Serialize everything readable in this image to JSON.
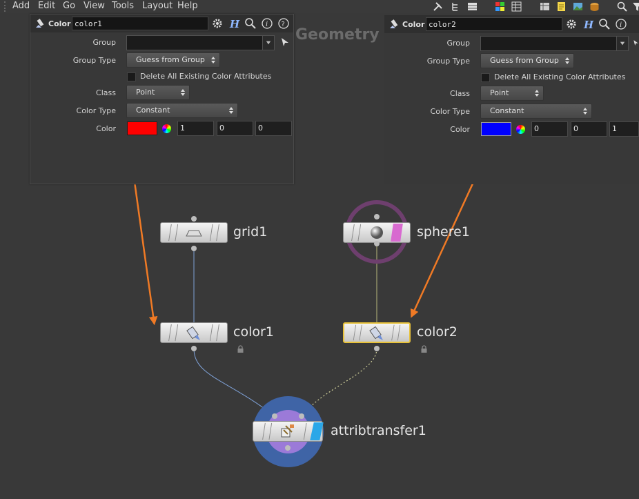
{
  "menubar": {
    "items": [
      "Add",
      "Edit",
      "Go",
      "View",
      "Tools",
      "Layout",
      "Help"
    ]
  },
  "toolbar_icons": [
    "tools-icon",
    "tree-icon",
    "list-icon",
    "grid-icon",
    "table-icon",
    "spreadsheet-icon",
    "note-icon",
    "image-icon",
    "box-icon",
    "search-icon",
    "filter-icon"
  ],
  "network": {
    "title": "Geometry"
  },
  "panels": [
    {
      "op_type": "Color",
      "node_name": "color1",
      "fields": {
        "group_label": "Group",
        "group_value": "",
        "group_type_label": "Group Type",
        "group_type_value": "Guess from Group",
        "delete_label": "Delete All Existing Color Attributes",
        "delete_checked": false,
        "class_label": "Class",
        "class_value": "Point",
        "color_type_label": "Color Type",
        "color_type_value": "Constant",
        "color_label": "Color",
        "swatch_color": "#ff0000",
        "color_r": "1",
        "color_g": "0",
        "color_b": "0"
      }
    },
    {
      "op_type": "Color",
      "node_name": "color2",
      "fields": {
        "group_label": "Group",
        "group_value": "",
        "group_type_label": "Group Type",
        "group_type_value": "Guess from Group",
        "delete_label": "Delete All Existing Color Attributes",
        "delete_checked": false,
        "class_label": "Class",
        "class_value": "Point",
        "color_type_label": "Color Type",
        "color_type_value": "Constant",
        "color_label": "Color",
        "swatch_color": "#0000ff",
        "color_r": "0",
        "color_g": "0",
        "color_b": "1"
      }
    }
  ],
  "nodes": [
    {
      "name": "grid1",
      "selected": false,
      "locked": false
    },
    {
      "name": "sphere1",
      "selected": false,
      "locked": false,
      "ring_color": "#6e3f6e"
    },
    {
      "name": "color1",
      "selected": false,
      "locked": true
    },
    {
      "name": "color2",
      "selected": true,
      "locked": true
    },
    {
      "name": "attribtransfer1",
      "selected": false,
      "locked": false,
      "ring_color": "#3f64a6"
    }
  ],
  "colors": {
    "annotation_arrow": "#f07a25",
    "selection": "#e8c23a",
    "wire": "#7fa2d8"
  }
}
